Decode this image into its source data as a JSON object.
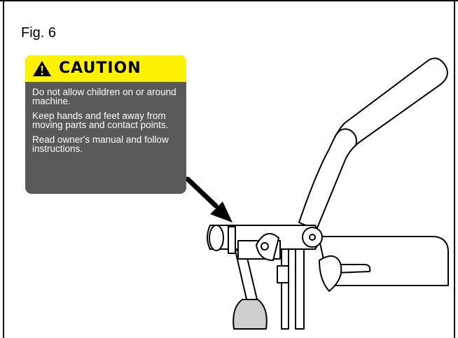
{
  "figure": {
    "label": "Fig. 6"
  },
  "caution_label": {
    "title": "CAUTION",
    "icon": "warning-triangle-icon",
    "colors": {
      "header": "#fff200",
      "body": "#58595b"
    },
    "lines": [
      "Do not allow children on or around machine.",
      "Keep hands and feet away from moving parts and contact points.",
      "Read owner's manual and follow instructions."
    ]
  },
  "illustration": {
    "subject": "machine-handle-and-pivot-assembly",
    "pointer": "arrow-pointing-to-pivot"
  }
}
